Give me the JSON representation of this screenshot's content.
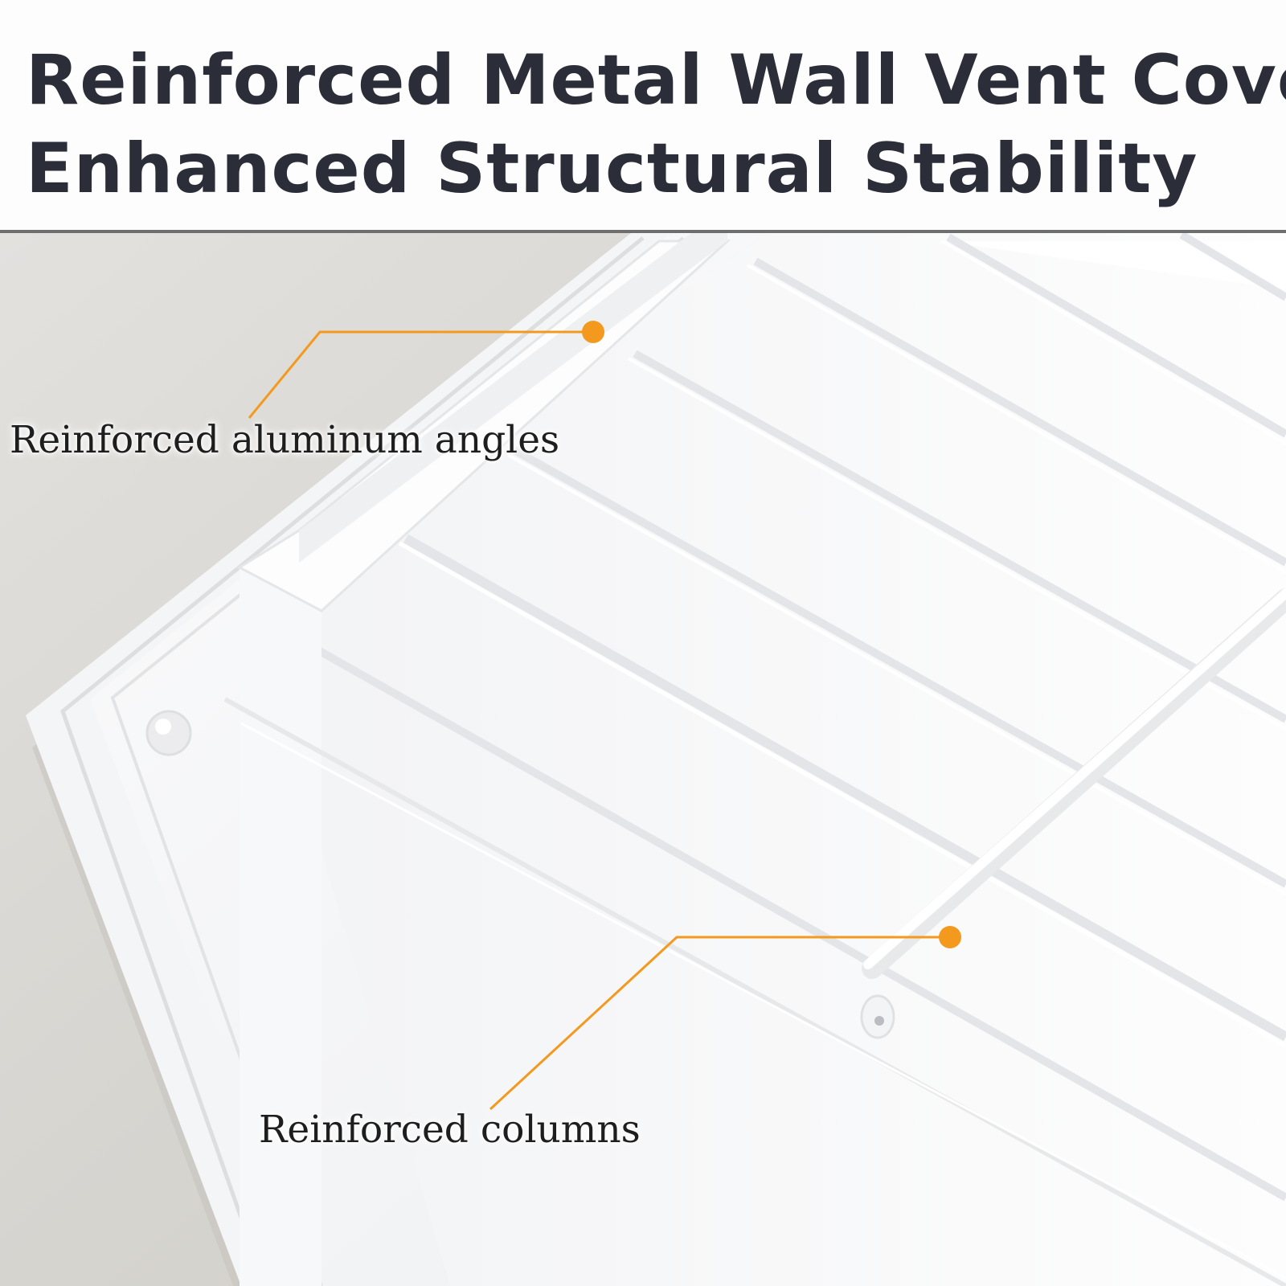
{
  "title": {
    "line1": "Reinforced Metal Wall Vent Cover:",
    "line2": "Enhanced Structural Stability"
  },
  "callouts": [
    {
      "label": "Reinforced aluminum angles"
    },
    {
      "label": "Reinforced columns"
    }
  ],
  "colors": {
    "title_text": "#2b2d38",
    "accent": "#f39a1e",
    "wall_background": "#d8d6d1",
    "vent_white": "#f6f7f8",
    "divider": "#6e6e6e"
  }
}
